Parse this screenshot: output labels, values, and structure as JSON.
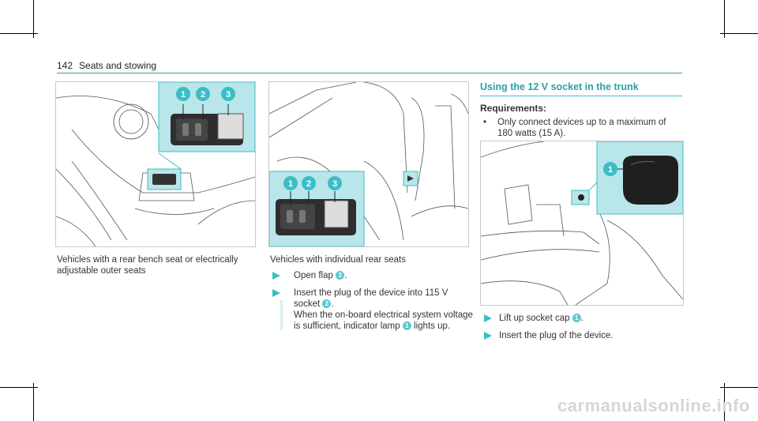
{
  "header": {
    "page_number": "142",
    "section": "Seats and stowing"
  },
  "figure1": {
    "callouts": [
      "1",
      "2",
      "3"
    ],
    "caption": "Vehicles with a rear bench seat or electrically adjustable outer seats",
    "caption_line1": "Vehicles with a rear bench seat or electrically",
    "caption_line2": "adjustable outer seats"
  },
  "figure2": {
    "callouts": [
      "1",
      "2",
      "3"
    ],
    "caption": "Vehicles with individual rear seats"
  },
  "steps_left": [
    {
      "pre": "Open flap ",
      "num": "3",
      "post": "."
    },
    {
      "line1_pre": "Insert the plug of the device into 115 V",
      "line2_pre": "socket ",
      "num": "2",
      "line2_post": ".",
      "line3": "When the on-board electrical system voltage",
      "line4_pre": "is sufficient, indicator lamp ",
      "num2": "1",
      "line4_post": " lights up."
    }
  ],
  "right": {
    "heading": "Using the 12 V socket in the trunk",
    "requirements_label": "Requirements:",
    "requirement_line1": "Only connect devices up to a maximum of",
    "requirement_line2": "180 watts (15 A).",
    "figure_callout": "1",
    "steps": [
      {
        "pre": "Lift up socket cap ",
        "num": "1",
        "post": "."
      },
      {
        "text": "Insert the plug of the device."
      }
    ]
  },
  "watermark": "carmanualsonline.info",
  "colors": {
    "accent": "#3bbdc6",
    "callout_fill": "#b9e6ea"
  }
}
